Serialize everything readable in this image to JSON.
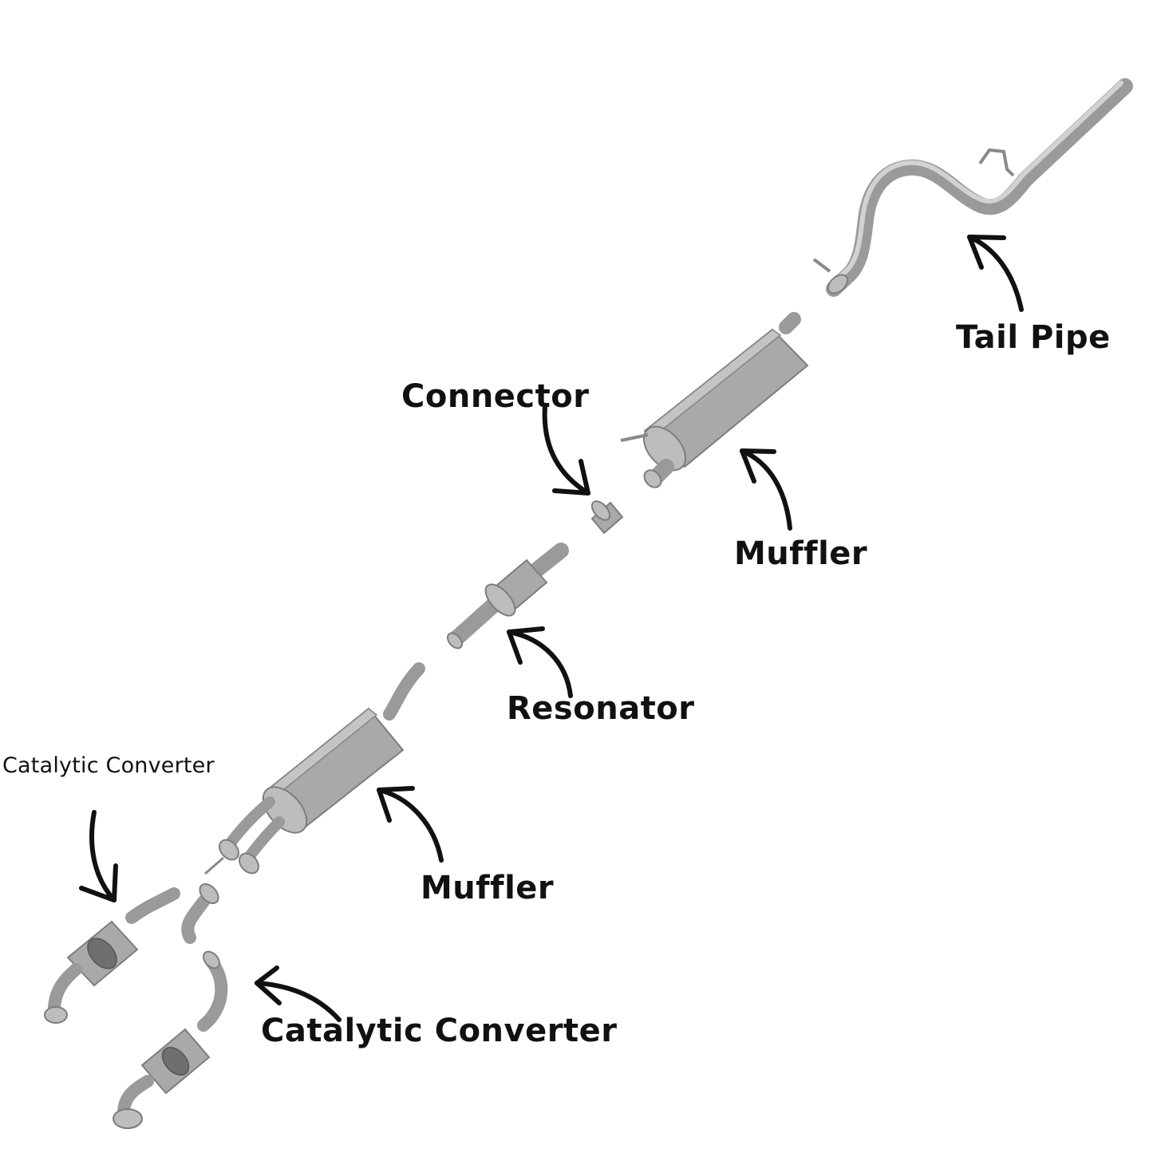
{
  "labels": {
    "tail_pipe": "Tail Pipe",
    "connector": "Connector",
    "muffler_rear": "Muffler",
    "resonator": "Resonator",
    "muffler_front": "Muffler",
    "cat_converter_left": "Catalytic Converter",
    "cat_converter_right": "Catalytic Converter"
  },
  "colors": {
    "label_text": "#111111",
    "arrow": "#111111",
    "pipe_metal": "#9a9a9a",
    "pipe_highlight": "#d2d2d2",
    "background": "#ffffff"
  }
}
